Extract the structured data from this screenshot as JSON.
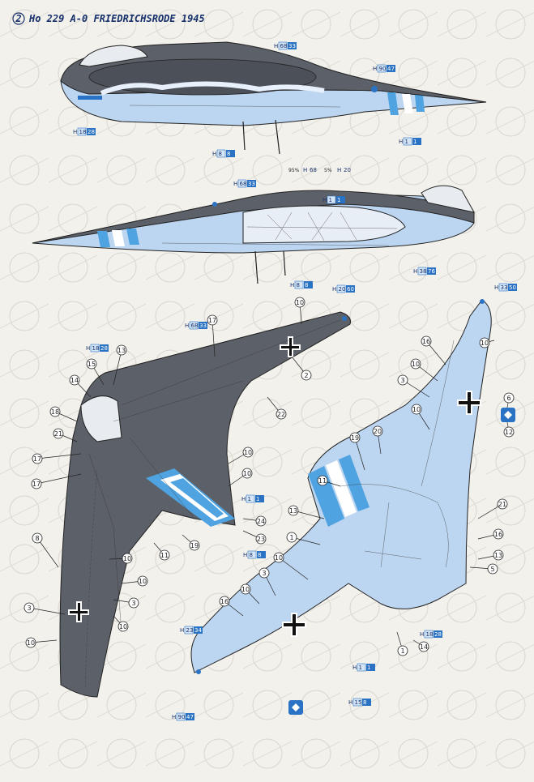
{
  "page": {
    "step_number": "2",
    "title": "Ho 229 A-0 FRIEDRICHSRODE 1945"
  },
  "colors": {
    "upper_dark_gray": "#5c6068",
    "lower_light_blue": "#bcd5f0",
    "blue_stripe": "#4fa3e0",
    "white": "#ffffff",
    "outline": "#222222",
    "code_blue": "#2a73c4",
    "background": "#f3f1ec"
  },
  "color_codes": [
    {
      "id": "c1",
      "h": "H",
      "n": "68",
      "label": "33"
    },
    {
      "id": "c2",
      "h": "H",
      "n": "90",
      "label": "47"
    },
    {
      "id": "c3",
      "h": "H",
      "n": "18",
      "label": "28"
    },
    {
      "id": "c4",
      "h": "H",
      "n": "8",
      "label": "8"
    },
    {
      "id": "c5",
      "h": "H",
      "n": "1",
      "label": "1"
    },
    {
      "id": "c6",
      "h": "H",
      "n": "68",
      "label": "33"
    },
    {
      "id": "c7",
      "h": "H",
      "n": "1",
      "label": "1"
    },
    {
      "id": "c8",
      "h": "H",
      "n": "38",
      "label": "76"
    },
    {
      "id": "c9",
      "h": "H",
      "n": "8",
      "label": "8"
    },
    {
      "id": "c10",
      "h": "H",
      "n": "20",
      "label": "60"
    },
    {
      "id": "c11",
      "h": "H",
      "n": "68",
      "label": "33"
    },
    {
      "id": "c12",
      "h": "H",
      "n": "33",
      "label": "50"
    },
    {
      "id": "c13",
      "h": "H",
      "n": "18",
      "label": "28"
    },
    {
      "id": "c14",
      "h": "H",
      "n": "1",
      "label": "1"
    },
    {
      "id": "c15",
      "h": "H",
      "n": "8",
      "label": "8"
    },
    {
      "id": "c16",
      "h": "H",
      "n": "18",
      "label": "28"
    },
    {
      "id": "c17",
      "h": "H",
      "n": "23",
      "label": "34"
    },
    {
      "id": "c18",
      "h": "H",
      "n": "1",
      "label": "1"
    },
    {
      "id": "c19",
      "h": "H",
      "n": "15",
      "label": "8"
    },
    {
      "id": "c20",
      "h": "H",
      "n": "90",
      "label": "47"
    }
  ],
  "mix_note": {
    "a": "95%",
    "ha": "H",
    "na": "68",
    "b": "5%",
    "hb": "H",
    "nb": "20"
  },
  "callouts": [
    "10",
    "17",
    "13",
    "15",
    "14",
    "18",
    "21",
    "17",
    "17",
    "8",
    "10",
    "10",
    "3",
    "10",
    "3",
    "10",
    "2",
    "22",
    "23",
    "11",
    "19",
    "24",
    "10",
    "10",
    "16",
    "10",
    "3",
    "10",
    "20",
    "19",
    "11",
    "13",
    "1",
    "10",
    "3",
    "10",
    "16",
    "1",
    "14",
    "21",
    "16",
    "13",
    "5",
    "10",
    "6",
    "12"
  ]
}
